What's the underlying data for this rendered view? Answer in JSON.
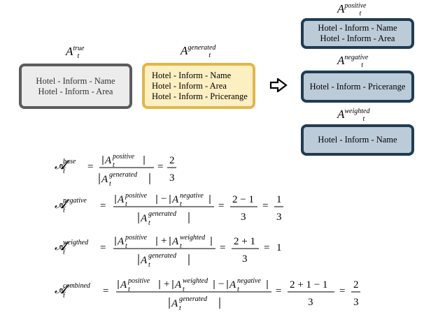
{
  "labels": {
    "true": {
      "base": "A",
      "sup": "true",
      "sub": "t"
    },
    "generated": {
      "base": "A",
      "sup": "generated",
      "sub": "t"
    },
    "positive": {
      "base": "A",
      "sup": "positive",
      "sub": "t"
    },
    "negative": {
      "base": "A",
      "sup": "negative",
      "sub": "t"
    },
    "weighted": {
      "base": "A",
      "sup": "weighted",
      "sub": "t"
    }
  },
  "boxes": {
    "true": [
      "Hotel - Inform - Name",
      "Hotel - Inform - Area"
    ],
    "generated": [
      "Hotel - Inform - Name",
      "Hotel - Inform - Area",
      "Hotel - Inform - Pricerange"
    ],
    "positive": [
      "Hotel - Inform - Name",
      "Hotel - Inform - Area"
    ],
    "negative": [
      "Hotel - Inform - Pricerange"
    ],
    "weighted": [
      "Hotel - Inform - Name"
    ]
  },
  "arrow_icon": "hollow-right-arrow",
  "colors": {
    "true_border": "#5c5c5c",
    "true_fill": "#ececec",
    "generated_border": "#e2b64a",
    "generated_fill": "#fcefc2",
    "blue_border": "#203c52",
    "blue_fill": "#bccbd8"
  },
  "equations": {
    "base": {
      "sup": "base",
      "num": "2",
      "den": "3"
    },
    "negative": {
      "sup": "negative",
      "num": "2 − 1",
      "den": "3",
      "res_num": "1",
      "res_den": "3"
    },
    "weighted": {
      "sup": "weigthed",
      "num": "2 + 1",
      "den": "3",
      "result": "1"
    },
    "combined": {
      "sup": "combined",
      "num": "2 + 1 − 1",
      "den": "3",
      "res_num": "2",
      "res_den": "3"
    }
  }
}
